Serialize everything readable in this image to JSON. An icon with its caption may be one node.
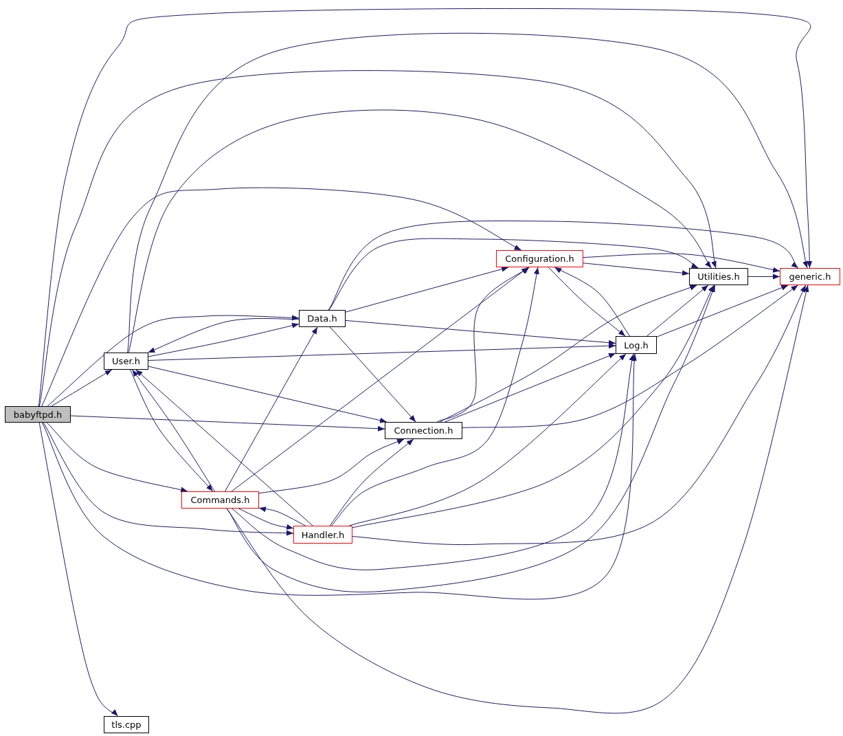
{
  "diagram": {
    "nodes": [
      {
        "text": [
          "babyftpd.h"
        ]
      },
      {
        "text": [
          "User.h"
        ]
      },
      {
        "text": [
          "Data.h"
        ]
      },
      {
        "text": [
          "Configuration.h"
        ]
      },
      {
        "text": [
          "Utilities.h"
        ]
      },
      {
        "text": [
          "generic.h"
        ]
      },
      {
        "text": [
          "Log.h"
        ]
      },
      {
        "text": [
          "Connection.h"
        ]
      },
      {
        "text": [
          "Commands.h"
        ]
      },
      {
        "text": [
          "Handler.h"
        ]
      },
      {
        "text": [
          "tls.cpp"
        ]
      }
    ],
    "edges": [
      {
        "from": 0,
        "to": 1,
        "arrow": "to"
      },
      {
        "from": 0,
        "to": 7,
        "arrow": "to"
      },
      {
        "from": 0,
        "to": 8,
        "arrow": "to"
      },
      {
        "from": 0,
        "to": 9,
        "arrow": "to"
      },
      {
        "from": 0,
        "to": 10,
        "arrow": "to"
      },
      {
        "from": 0,
        "to": 5,
        "arrow": "to"
      },
      {
        "from": 0,
        "to": 4,
        "arrow": "to"
      },
      {
        "from": 0,
        "to": 3,
        "arrow": "to"
      },
      {
        "from": 0,
        "to": 2,
        "arrow": "to"
      },
      {
        "from": 0,
        "to": 6,
        "arrow": "to"
      },
      {
        "from": 1,
        "to": 5,
        "arrow": "to"
      },
      {
        "from": 1,
        "to": 4,
        "arrow": "to"
      },
      {
        "from": 1,
        "to": 2,
        "arrow": "to"
      },
      {
        "from": 2,
        "to": 1,
        "arrow": "to"
      },
      {
        "from": 1,
        "to": 6,
        "arrow": "to"
      },
      {
        "from": 1,
        "to": 7,
        "arrow": "to"
      },
      {
        "from": 1,
        "to": 8,
        "arrow": "to"
      },
      {
        "from": 8,
        "to": 1,
        "arrow": "to"
      },
      {
        "from": 9,
        "to": 1,
        "arrow": "to"
      },
      {
        "from": 2,
        "to": 3,
        "arrow": "to"
      },
      {
        "from": 2,
        "to": 4,
        "arrow": "to"
      },
      {
        "from": 2,
        "to": 5,
        "arrow": "to"
      },
      {
        "from": 2,
        "to": 6,
        "arrow": "to"
      },
      {
        "from": 2,
        "to": 7,
        "arrow": "to"
      },
      {
        "from": 3,
        "to": 4,
        "arrow": "to"
      },
      {
        "from": 3,
        "to": 5,
        "arrow": "to"
      },
      {
        "from": 3,
        "to": 6,
        "arrow": "to"
      },
      {
        "from": 6,
        "to": 3,
        "arrow": "to"
      },
      {
        "from": 6,
        "to": 4,
        "arrow": "to"
      },
      {
        "from": 6,
        "to": 5,
        "arrow": "to"
      },
      {
        "from": 4,
        "to": 5,
        "arrow": "to"
      },
      {
        "from": 7,
        "to": 3,
        "arrow": "to"
      },
      {
        "from": 7,
        "to": 4,
        "arrow": "to"
      },
      {
        "from": 7,
        "to": 6,
        "arrow": "to"
      },
      {
        "from": 7,
        "to": 5,
        "arrow": "to"
      },
      {
        "from": 8,
        "to": 2,
        "arrow": "to"
      },
      {
        "from": 8,
        "to": 3,
        "arrow": "to"
      },
      {
        "from": 8,
        "to": 7,
        "arrow": "to"
      },
      {
        "from": 8,
        "to": 9,
        "arrow": "to"
      },
      {
        "from": 9,
        "to": 8,
        "arrow": "to"
      },
      {
        "from": 8,
        "to": 6,
        "arrow": "to"
      },
      {
        "from": 8,
        "to": 4,
        "arrow": "to"
      },
      {
        "from": 8,
        "to": 5,
        "arrow": "to"
      },
      {
        "from": 9,
        "to": 7,
        "arrow": "to"
      },
      {
        "from": 9,
        "to": 3,
        "arrow": "to"
      },
      {
        "from": 9,
        "to": 6,
        "arrow": "to"
      },
      {
        "from": 9,
        "to": 4,
        "arrow": "to"
      },
      {
        "from": 9,
        "to": 5,
        "arrow": "to"
      }
    ]
  }
}
